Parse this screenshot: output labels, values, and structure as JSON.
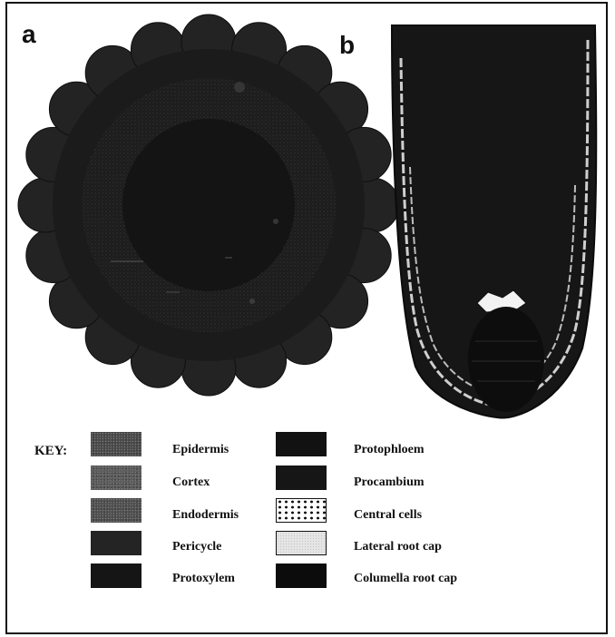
{
  "panels": {
    "a": "a",
    "b": "b"
  },
  "key": {
    "title": "KEY:",
    "items": [
      {
        "label": "Epidermis",
        "color": "#4a4a4a",
        "pattern": "stipple"
      },
      {
        "label": "Cortex",
        "color": "#5c5c5c",
        "pattern": "stipple"
      },
      {
        "label": "Endodermis",
        "color": "#505050",
        "pattern": "stipple"
      },
      {
        "label": "Pericycle",
        "color": "#242424",
        "pattern": "solid"
      },
      {
        "label": "Protoxylem",
        "color": "#151515",
        "pattern": "solid"
      },
      {
        "label": "Protophloem",
        "color": "#121212",
        "pattern": "solid"
      },
      {
        "label": "Procambium",
        "color": "#161616",
        "pattern": "solid"
      },
      {
        "label": "Central cells",
        "color": "#ffffff",
        "pattern": "dots"
      },
      {
        "label": "Lateral root cap",
        "color": "#e6e6e6",
        "pattern": "light"
      },
      {
        "label": "Columella root cap",
        "color": "#0c0c0c",
        "pattern": "solid"
      }
    ]
  },
  "colors": {
    "cross_section": "#1a1a1a",
    "epidermis_bumps": "#232323",
    "root_tip": "#161616",
    "cap_outline": "#d8d8d8"
  }
}
